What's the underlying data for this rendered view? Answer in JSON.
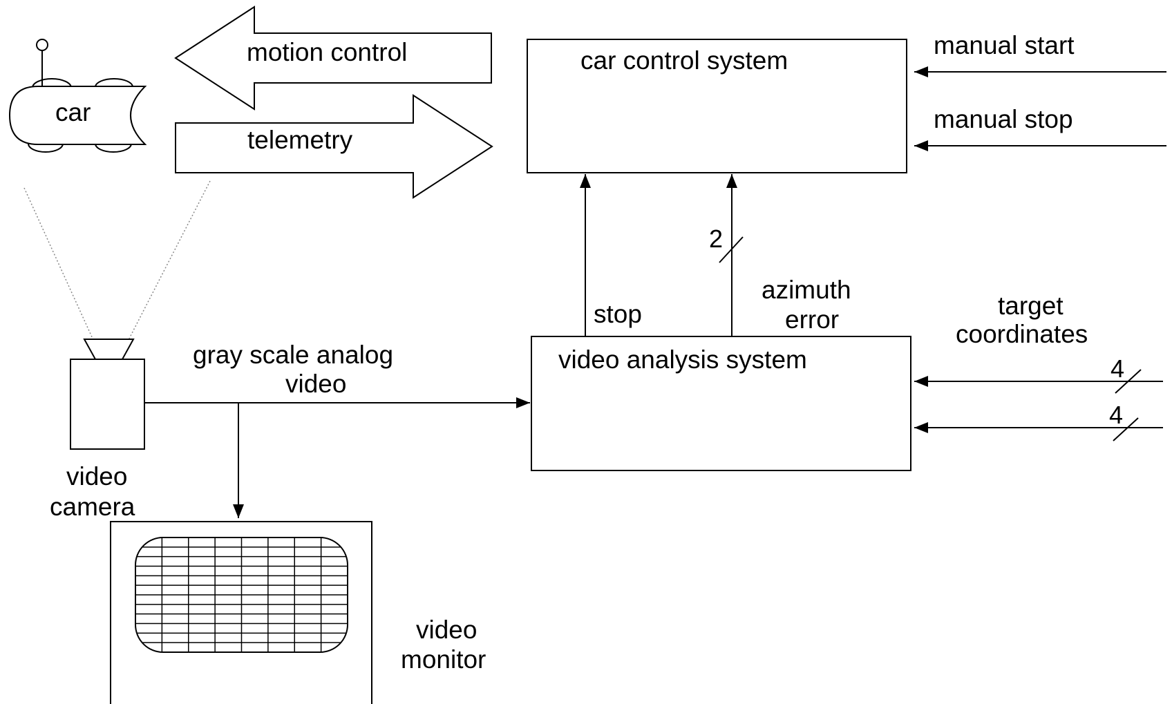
{
  "car": {
    "label": "car"
  },
  "arrows": {
    "motion_control": "motion control",
    "telemetry": "telemetry"
  },
  "car_control": {
    "title": "car control system",
    "input_manual_start": "manual start",
    "input_manual_stop": "manual stop"
  },
  "links": {
    "stop": "stop",
    "azimuth_line1": "azimuth",
    "azimuth_line2": "error",
    "azimuth_bus_width": "2"
  },
  "video_analysis": {
    "title": "video analysis system",
    "target_line1": "target",
    "target_line2": "coordinates",
    "bus_width_1": "4",
    "bus_width_2": "4"
  },
  "video_signal": {
    "line1": "gray scale analog",
    "line2": "video"
  },
  "camera": {
    "line1": "video",
    "line2": "camera"
  },
  "monitor": {
    "line1": "video",
    "line2": "monitor"
  }
}
